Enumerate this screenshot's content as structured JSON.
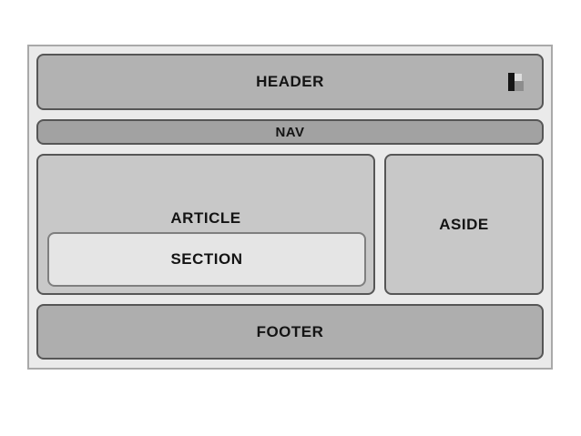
{
  "diagram": {
    "kind": "html5-page-layout-diagram",
    "blocks": {
      "header": {
        "label": "HEADER",
        "fill": "#b2b2b2",
        "border": "#565656"
      },
      "nav": {
        "label": "NAV",
        "fill": "#a2a2a2",
        "border": "#565656"
      },
      "article": {
        "label": "ARTICLE",
        "fill": "#c8c8c8",
        "border": "#565656"
      },
      "section": {
        "label": "SECTION",
        "fill": "#e5e5e5",
        "border": "#7f7f7f"
      },
      "aside": {
        "label": "ASIDE",
        "fill": "#c8c8c8",
        "border": "#565656"
      },
      "footer": {
        "label": "FOOTER",
        "fill": "#aeaeae",
        "border": "#565656"
      }
    },
    "frame": {
      "fill": "#eaeaea",
      "border": "#a9a9a9"
    },
    "page_background": "#ffffff",
    "text_color": "#141414",
    "icons": {
      "header_icon": "image-placeholder-icon"
    }
  }
}
